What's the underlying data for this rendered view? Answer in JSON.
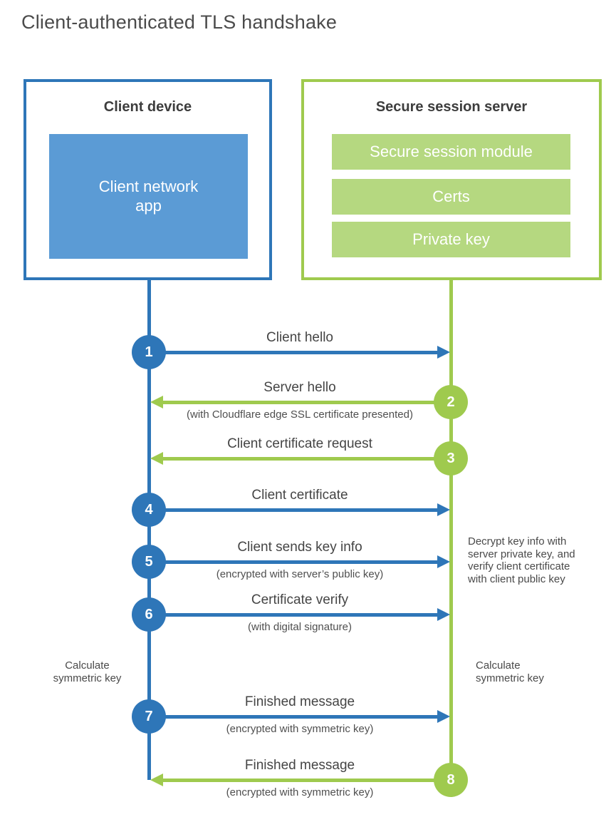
{
  "title": "Client-authenticated TLS handshake",
  "colors": {
    "blue": "#2e76b8",
    "blue_light": "#5b9bd5",
    "green": "#9fca4e",
    "green_light": "#b5d880"
  },
  "client_box": {
    "title": "Client device",
    "app_label": "Client network\napp"
  },
  "server_box": {
    "title": "Secure session server",
    "modules": [
      "Secure session module",
      "Certs",
      "Private key"
    ]
  },
  "steps": [
    {
      "num": "1",
      "actor": "client",
      "direction": "right",
      "label": "Client hello",
      "sublabel": ""
    },
    {
      "num": "2",
      "actor": "server",
      "direction": "left",
      "label": "Server hello",
      "sublabel": "(with Cloudflare edge SSL certificate presented)"
    },
    {
      "num": "3",
      "actor": "server",
      "direction": "left",
      "label": "Client certificate request",
      "sublabel": ""
    },
    {
      "num": "4",
      "actor": "client",
      "direction": "right",
      "label": "Client certificate",
      "sublabel": ""
    },
    {
      "num": "5",
      "actor": "client",
      "direction": "right",
      "label": "Client sends key info",
      "sublabel": "(encrypted with server’s public key)"
    },
    {
      "num": "6",
      "actor": "client",
      "direction": "right",
      "label": "Certificate verify",
      "sublabel": "(with digital signature)"
    },
    {
      "num": "7",
      "actor": "client",
      "direction": "right",
      "label": "Finished message",
      "sublabel": "(encrypted with symmetric key)"
    },
    {
      "num": "8",
      "actor": "server",
      "direction": "left",
      "label": "Finished message",
      "sublabel": "(encrypted with symmetric key)"
    }
  ],
  "notes": {
    "decrypt": "Decrypt key info with\nserver private key, and\nverify client certificate\nwith client public key",
    "calc_symmetric_left": "Calculate\nsymmetric key",
    "calc_symmetric_right": "Calculate\nsymmetric key"
  }
}
